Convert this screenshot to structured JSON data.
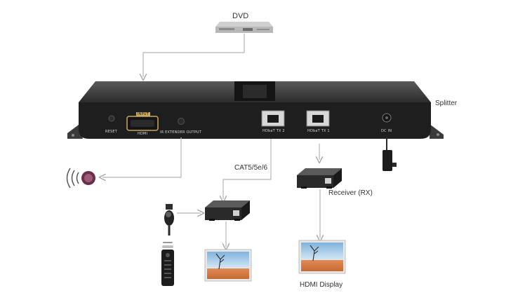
{
  "labels": {
    "source": "DVD",
    "splitter": "Splitter",
    "cable": "CAT5/5e/6",
    "receiver": "Receiver (RX)",
    "display": "HDMI Display"
  },
  "panel": {
    "reset": "RESET",
    "input": "INPUT",
    "hdmi": "HDMI",
    "ir_out": "IR EXTENDER OUTPUT",
    "port2": "HDbaT TX 2",
    "port1": "HDbaT TX 1",
    "dc_in": "DC IN"
  },
  "colors": {
    "device_body": "#3b3b3b",
    "device_face": "#1e1e1e",
    "connector_line": "#b5b5b5",
    "sky": "#9fc6e6",
    "sand": "#d97b47"
  },
  "icons": [
    "dvd-player-icon",
    "ir-emitter-icon",
    "ir-receiver-icon",
    "remote-control-icon",
    "power-adapter-icon",
    "receiver-box-icon",
    "hdmi-display-icon"
  ]
}
